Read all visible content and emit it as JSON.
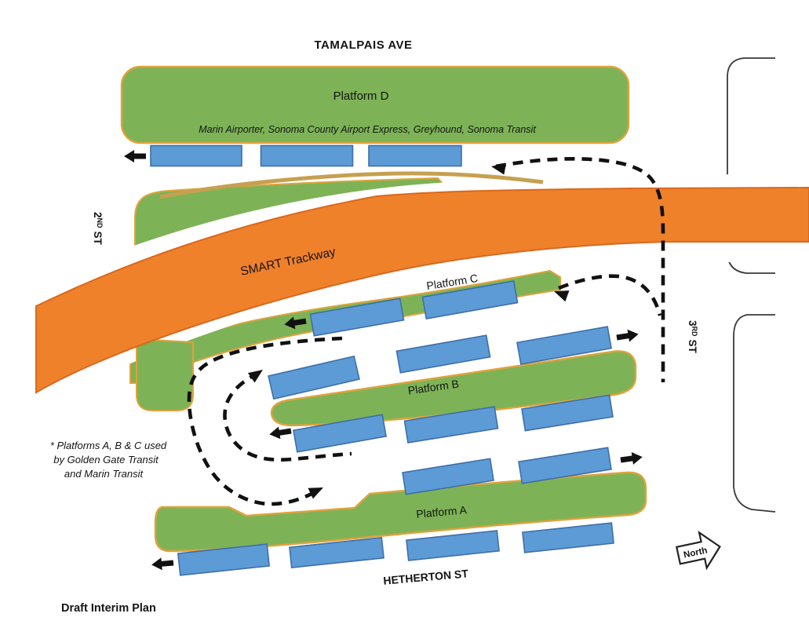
{
  "title": "TAMALPAIS AVE",
  "footer": "Draft Interim Plan",
  "trackway": {
    "label": "SMART Trackway"
  },
  "platforms": {
    "d": {
      "label": "Platform D",
      "operators": "Marin Airporter, Sonoma County Airport Express, Greyhound, Sonoma Transit",
      "bays": 3
    },
    "c": {
      "label": "Platform C",
      "bays": 2
    },
    "b": {
      "label": "Platform B",
      "bays": 6
    },
    "a": {
      "label": "Platform A",
      "bays": 6
    }
  },
  "note": {
    "lines": [
      "* Platforms A, B & C used",
      "by Golden Gate Transit",
      "and Marin Transit"
    ]
  },
  "streets": {
    "second": {
      "num": "2",
      "sup": "ND",
      "name": "ST"
    },
    "third": {
      "num": "3",
      "sup": "RD",
      "name": "ST"
    },
    "hetherton": "HETHERTON ST"
  },
  "compass": {
    "label": "North"
  },
  "colors": {
    "platform_green": "#7DB356",
    "platform_edge": "#E0A23C",
    "trackway_orange": "#F0812B",
    "trackway_edge": "#D9691E",
    "bay_blue": "#5C9BD5",
    "bay_edge": "#3F6FA8",
    "route_black": "#111111",
    "siding_tan": "#C6A050"
  }
}
